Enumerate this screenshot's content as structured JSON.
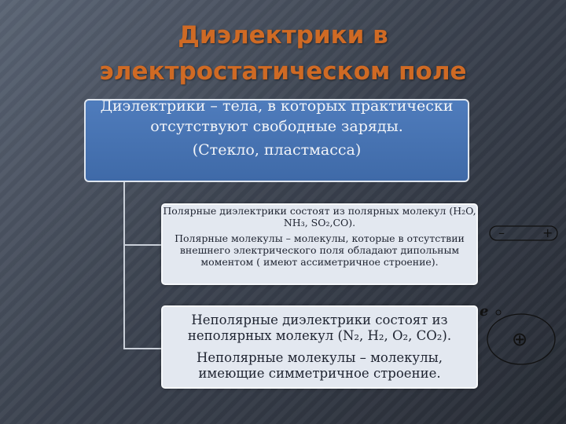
{
  "title": {
    "line1": "Диэлектрики в",
    "line2": "электростатическом поле"
  },
  "main_box": {
    "definition": "Диэлектрики – тела, в которых практически отсутствуют свободные заряды.",
    "examples": "(Стекло, пластмасса)"
  },
  "polar_box": {
    "line1": "Полярные диэлектрики состоят из полярных молекул (H₂O, NH₃, SO₂,CO).",
    "line2": "Полярные молекулы – молекулы, которые в отсутствии внешнего электрического поля обладают дипольным моментом ( имеют ассиметричное строение)."
  },
  "nonpolar_box": {
    "line1": "Неполярные диэлектрики состоят из неполярных молекул (N₂, H₂, O₂, CO₂).",
    "line2": "Неполярные молекулы – молекулы, имеющие симметричное строение."
  },
  "dipole_figure": {
    "minus_sign": "–",
    "plus_sign": "+"
  },
  "atom_figure": {
    "electron_label": "е",
    "nucleus_sign": "⊕"
  },
  "colors": {
    "title": "#cf6a24",
    "main_box": "#4a76b5",
    "sub_box": "#e3e8f0"
  }
}
